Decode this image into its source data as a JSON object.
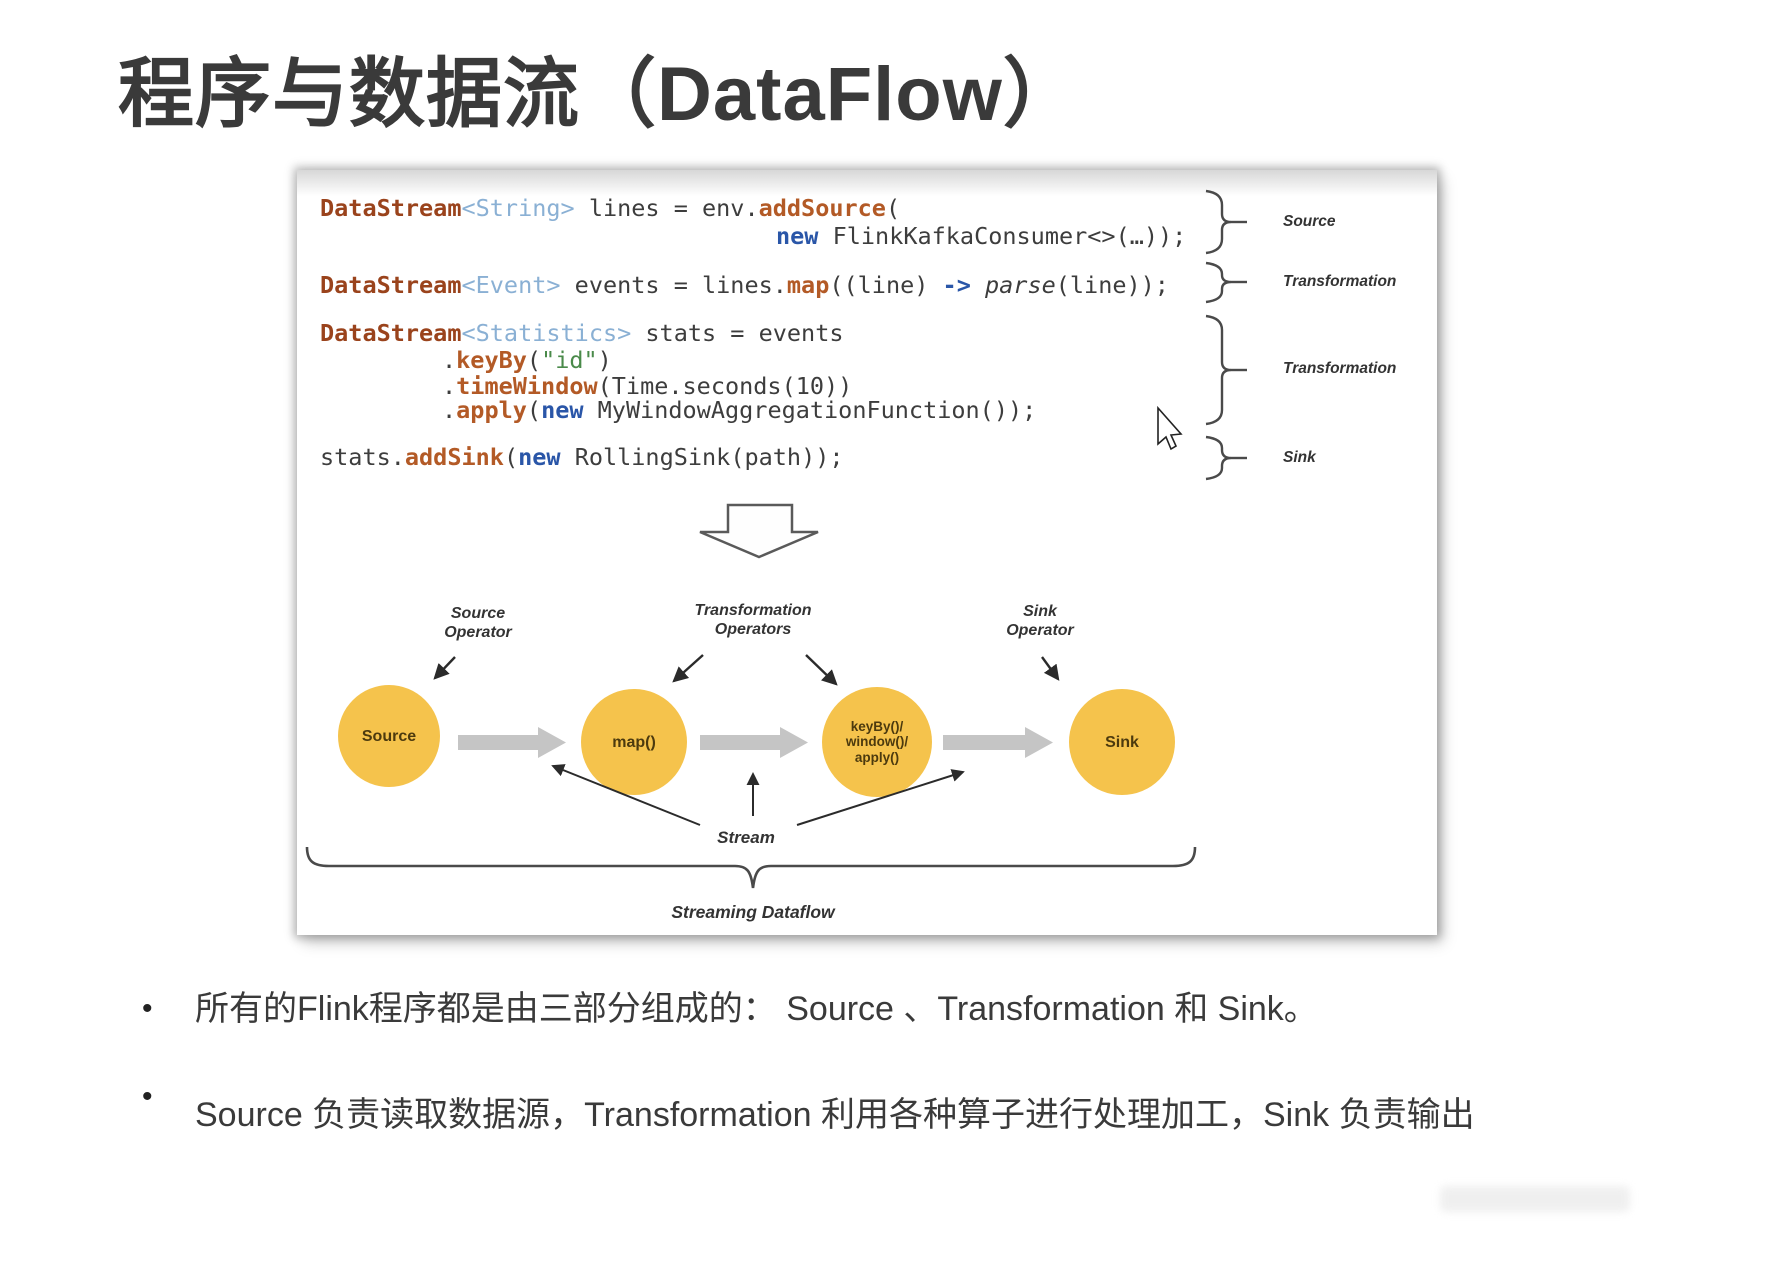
{
  "title": "程序与数据流（DataFlow）",
  "code": {
    "lines": [
      {
        "segments": [
          {
            "t": "DataStream"
          },
          {
            "t": "<String>"
          },
          {
            "t": " lines = env."
          },
          {
            "t": "addSource"
          },
          {
            "t": "("
          }
        ]
      },
      {
        "segments": [
          {
            "t": "new"
          },
          {
            "t": " FlinkKafkaConsumer<>(…));"
          }
        ]
      },
      {
        "segments": [
          {
            "t": "DataStream"
          },
          {
            "t": "<Event>"
          },
          {
            "t": " events = lines."
          },
          {
            "t": "map"
          },
          {
            "t": "((line) "
          },
          {
            "t": "->"
          },
          {
            "t": " "
          },
          {
            "t": "parse"
          },
          {
            "t": "(line));"
          }
        ]
      },
      {
        "segments": [
          {
            "t": "DataStream"
          },
          {
            "t": "<Statistics>"
          },
          {
            "t": " stats = events"
          }
        ]
      },
      {
        "segments": [
          {
            "t": "."
          },
          {
            "t": "keyBy"
          },
          {
            "t": "("
          },
          {
            "t": "\"id\""
          },
          {
            "t": ")"
          }
        ]
      },
      {
        "segments": [
          {
            "t": "."
          },
          {
            "t": "timeWindow"
          },
          {
            "t": "(Time.seconds(10))"
          }
        ]
      },
      {
        "segments": [
          {
            "t": "."
          },
          {
            "t": "apply"
          },
          {
            "t": "("
          },
          {
            "t": "new"
          },
          {
            "t": " MyWindowAggregationFunction());"
          }
        ]
      },
      {
        "segments": [
          {
            "t": "stats."
          },
          {
            "t": "addSink"
          },
          {
            "t": "("
          },
          {
            "t": "new"
          },
          {
            "t": " RollingSink(path));"
          }
        ]
      }
    ],
    "annotations": [
      "Source",
      "Transformation",
      "Transformation",
      "Sink"
    ]
  },
  "diagram": {
    "operator_labels": {
      "source": "Source\nOperator",
      "transformation": "Transformation\nOperators",
      "sink": "Sink\nOperator"
    },
    "nodes": [
      {
        "label": "Source"
      },
      {
        "label": "map()"
      },
      {
        "label": "keyBy()/\nwindow()/\napply()"
      },
      {
        "label": "Sink"
      }
    ],
    "stream_label": "Stream",
    "dataflow_label": "Streaming Dataflow",
    "colors": {
      "node_fill": "#f5c34c",
      "node_text": "#4c3a0e",
      "flow_arrow_gray": "#c5c5c5",
      "line_stroke": "#4a4a4a"
    }
  },
  "code_colors": {
    "keyword_class": "#9a431c",
    "method": "#b35a26",
    "type_param": "#8ab0d4",
    "keyword_new": "#2a56a8",
    "string": "#4a8a4a",
    "plain": "#3d3d3d"
  },
  "bullets": {
    "marker": "•",
    "items": [
      "所有的Flink程序都是由三部分组成的：  Source 、Transformation 和 Sink。",
      "Source 负责读取数据源，Transformation 利用各种算子进行处理加工，Sink 负责输出"
    ]
  }
}
